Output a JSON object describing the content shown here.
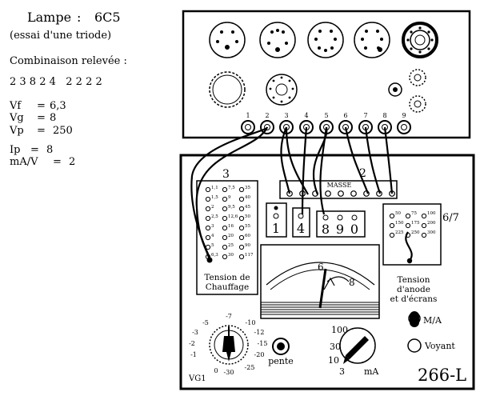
{
  "header": {
    "lamp_label": "Lampe",
    "lamp_sep": ":",
    "lamp_type": "6C5",
    "subtitle": "(essai d'une triode)",
    "combo_label": "Combinaison relevée :",
    "combo_value": "2 3 8 2 4   2 2 2 2"
  },
  "readings": [
    {
      "name": "Vf",
      "value": "6,3"
    },
    {
      "name": "Vg",
      "value": "8"
    },
    {
      "name": "Vp",
      "value": "250"
    },
    {
      "name": "Ip",
      "value": "8"
    },
    {
      "name": "mA/V",
      "value": "2"
    }
  ],
  "socket_numbers": [
    "1",
    "2",
    "3",
    "4",
    "5",
    "6",
    "7",
    "8",
    "9"
  ],
  "panel": {
    "masse": "MASSE",
    "section_2": "2",
    "section_3": "3",
    "section_67": "6/7",
    "chauffage_line1": "Tension   de",
    "chauffage_line2": "Chauffage",
    "anode_line1": "Tension",
    "anode_line2": "d'anode",
    "anode_line3": "et  d'écrans",
    "model": "266-L",
    "ma_label": "M/A",
    "voyant": "Voyant",
    "pente": "pente",
    "vg1": "VG1",
    "ma_unit": "mA",
    "sel1": "1",
    "sel4": "4",
    "sel8": "8",
    "sel9": "9",
    "sel0": "0"
  },
  "chauffage_values": [
    [
      "1,1",
      "7,5",
      "35"
    ],
    [
      "1,5",
      "9",
      "40"
    ],
    [
      "2",
      "9,5",
      "45"
    ],
    [
      "2,5",
      "12,6",
      "50"
    ],
    [
      "3",
      "16",
      "55"
    ],
    [
      "4",
      "20",
      "60"
    ],
    [
      "5",
      "25",
      "90"
    ],
    [
      "6,3",
      "30",
      "117"
    ]
  ],
  "anode_values": [
    [
      "50",
      "75",
      "100"
    ],
    [
      "150",
      "175",
      "200"
    ],
    [
      "225",
      "250",
      "300"
    ]
  ],
  "meter": {
    "label_6": "6",
    "label_8": "8"
  },
  "vg1_scale": [
    "-7",
    "-5",
    "-10",
    "-3",
    "-12",
    "-2",
    "-15",
    "-1",
    "-20",
    "0",
    "-25",
    "-30"
  ],
  "ma_scale": [
    "100",
    "30",
    "10",
    "3"
  ]
}
